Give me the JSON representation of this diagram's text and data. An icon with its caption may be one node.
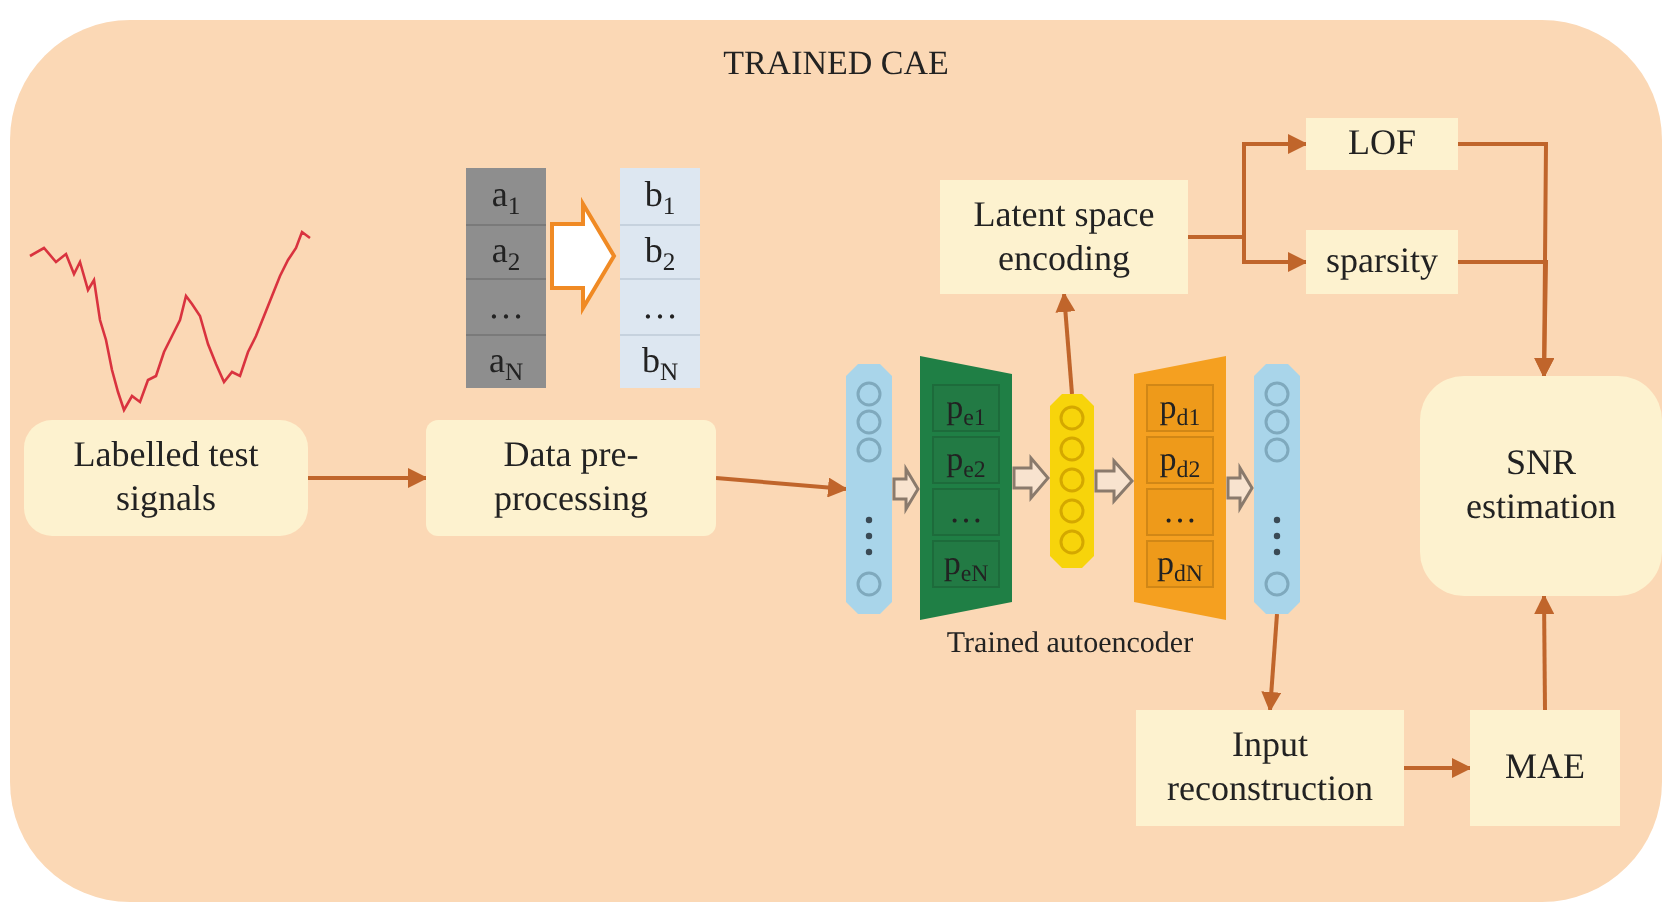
{
  "diagram": {
    "nodes": [
      {
        "text": [
          "TRAINED CAE"
        ]
      },
      {
        "text": [
          "a$_{1}$",
          "a$_{2}$",
          "…",
          "a$_{N}$"
        ],
        "in": 0
      },
      {
        "text": [
          "b$_{1}$",
          "b$_{2}$",
          "…",
          "b$_{N}$"
        ],
        "in": 0
      },
      {
        "text": [
          "Labelled test signals"
        ],
        "in": 0
      },
      {
        "text": [
          "Data pre-processing"
        ],
        "in": 0
      },
      {
        "text": [],
        "shape": "bar",
        "in": 0
      },
      {
        "text": [
          "p$_{e1}$",
          "p$_{e2}$",
          "…",
          "p$_{eN}$"
        ],
        "in": 0
      },
      {
        "text": [],
        "shape": "bar",
        "in": 0
      },
      {
        "text": [
          "p$_{d1}$",
          "p$_{d2}$",
          "…",
          "p$_{dN}$"
        ],
        "in": 0
      },
      {
        "text": [],
        "shape": "bar",
        "in": 0
      },
      {
        "text": [
          "Latent space encoding"
        ],
        "in": 0
      },
      {
        "text": [
          "LOF"
        ],
        "in": 0
      },
      {
        "text": [
          "sparsity"
        ],
        "in": 0
      },
      {
        "text": [
          "SNR estimation"
        ],
        "in": 0
      },
      {
        "text": [
          "Input reconstruction"
        ],
        "in": 0
      },
      {
        "text": [
          "MAE"
        ],
        "in": 0
      }
    ],
    "edges": [
      {
        "from": 1,
        "to": 2,
        "arrow": "to"
      },
      {
        "from": 3,
        "to": 4,
        "arrow": "to"
      },
      {
        "from": 4,
        "to": 5,
        "arrow": "to"
      },
      {
        "from": 5,
        "to": 6,
        "arrow": "to"
      },
      {
        "from": 6,
        "to": 7,
        "arrow": "to"
      },
      {
        "from": 7,
        "to": 8,
        "arrow": "to"
      },
      {
        "from": 8,
        "to": 9,
        "arrow": "to"
      },
      {
        "from": 7,
        "to": 10,
        "arrow": "to"
      },
      {
        "from": 10,
        "to": 11,
        "arrow": "to"
      },
      {
        "from": 10,
        "to": 12,
        "arrow": "to"
      },
      {
        "from": 11,
        "to": 13,
        "arrow": "to"
      },
      {
        "from": 12,
        "to": 13,
        "arrow": "to"
      },
      {
        "from": 9,
        "to": 14,
        "arrow": "to"
      },
      {
        "from": 14,
        "to": 15,
        "arrow": "to"
      },
      {
        "from": 15,
        "to": 13,
        "arrow": "to"
      }
    ],
    "labels": [
      "Trained autoencoder"
    ]
  }
}
